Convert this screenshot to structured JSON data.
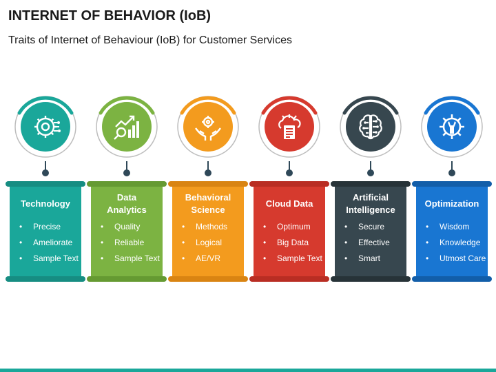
{
  "header": {
    "title": "INTERNET OF BEHAVIOR (IoB)",
    "subtitle": "Traits of Internet of Behaviour (IoB) for Customer Services"
  },
  "traits": [
    {
      "title": "Technology",
      "icon": "chip-gear-icon",
      "color": "#1aa79a",
      "dark": "#168d82",
      "items": [
        "Precise",
        "Ameliorate",
        "Sample Text"
      ]
    },
    {
      "title": "Data Analytics",
      "icon": "chart-magnifier-icon",
      "color": "#7cb342",
      "dark": "#659a32",
      "items": [
        "Quality",
        "Reliable",
        "Sample Text"
      ]
    },
    {
      "title": "Behavioral Science",
      "icon": "hands-gear-icon",
      "color": "#f39b1e",
      "dark": "#d98412",
      "items": [
        "Methods",
        "Logical",
        "AE/VR"
      ]
    },
    {
      "title": "Cloud Data",
      "icon": "cloud-document-icon",
      "color": "#d63a2e",
      "dark": "#b92d23",
      "items": [
        "Optimum",
        "Big Data",
        "Sample Text"
      ]
    },
    {
      "title": "Artificial Intelligence",
      "icon": "brain-circuit-icon",
      "color": "#37474f",
      "dark": "#273338",
      "items": [
        "Secure",
        "Effective",
        "Smart"
      ]
    },
    {
      "title": "Optimization",
      "icon": "gear-wrench-icon",
      "color": "#1976d2",
      "dark": "#125ea9",
      "items": [
        "Wisdom",
        "Knowledge",
        "Utmost Care"
      ]
    }
  ]
}
